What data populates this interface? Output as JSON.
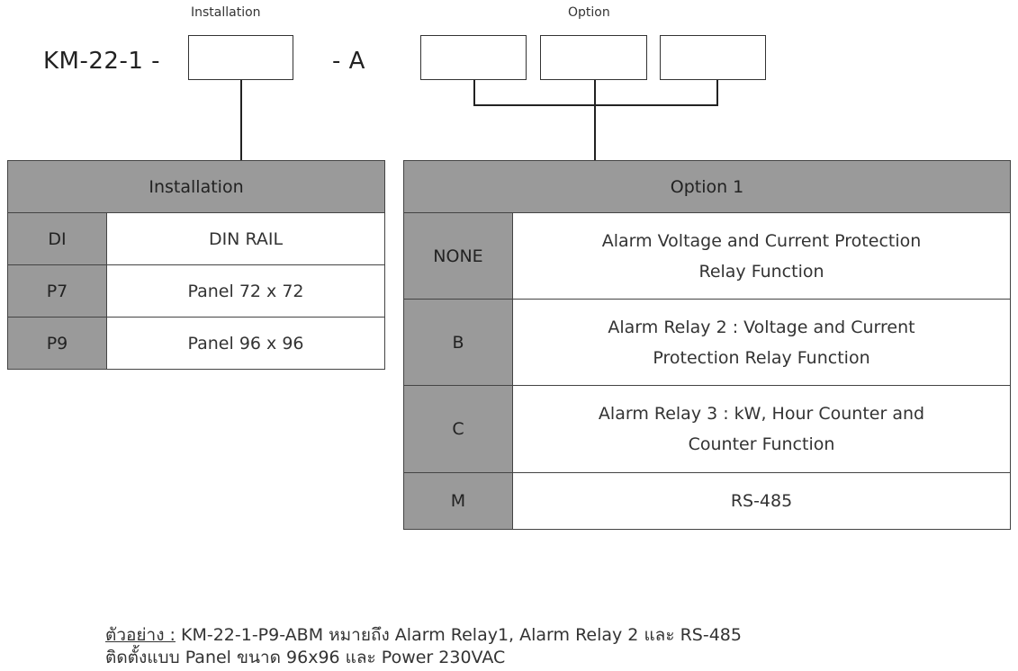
{
  "header": {
    "installation_caption": "Installation",
    "option_caption": "Option",
    "model_prefix": "KM-22-1 -",
    "model_middle": "- A"
  },
  "installation_table": {
    "title": "Installation",
    "rows": [
      {
        "code": "DI",
        "desc": "DIN RAIL"
      },
      {
        "code": "P7",
        "desc": "Panel 72 x 72"
      },
      {
        "code": "P9",
        "desc": "Panel 96 x 96"
      }
    ]
  },
  "option_table": {
    "title": "Option 1",
    "rows": [
      {
        "code": "NONE",
        "desc_line1": "Alarm Voltage and Current Protection",
        "desc_line2": "Relay Function"
      },
      {
        "code": "B",
        "desc_line1": "Alarm Relay 2 : Voltage and Current",
        "desc_line2": "Protection Relay Function"
      },
      {
        "code": "C",
        "desc_line1": "Alarm Relay 3 : kW, Hour Counter and",
        "desc_line2": "Counter Function"
      },
      {
        "code": "M",
        "desc_line1": "RS-485",
        "desc_line2": ""
      }
    ]
  },
  "example": {
    "prefix": "ตัวอย่าง :",
    "line1": "KM-22-1-P9-ABM หมายถึง Alarm Relay1, Alarm Relay 2 และ RS-485",
    "line2": "ติดตั้งแบบ Panel ขนาด 96x96 และ Power 230VAC"
  }
}
